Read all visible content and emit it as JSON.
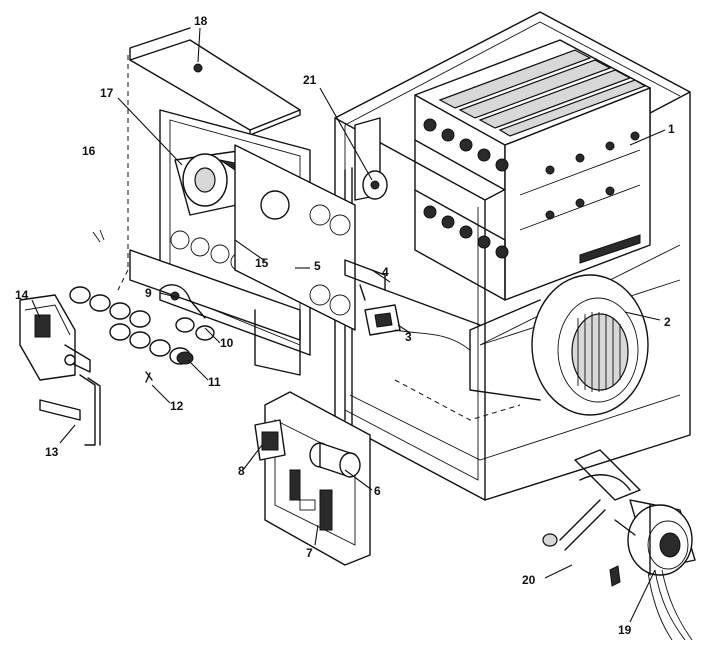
{
  "callouts": {
    "c1": "1",
    "c2": "2",
    "c3": "3",
    "c4": "4",
    "c5": "5",
    "c6": "6",
    "c7": "7",
    "c8": "8",
    "c9": "9",
    "c10": "10",
    "c11": "11",
    "c12": "12",
    "c13": "13",
    "c14": "14",
    "c15": "15",
    "c16": "16",
    "c17": "17",
    "c18": "18",
    "c19": "19",
    "c20": "20",
    "c21": "21"
  },
  "colors": {
    "ink": "#111111",
    "paper": "#ffffff"
  }
}
